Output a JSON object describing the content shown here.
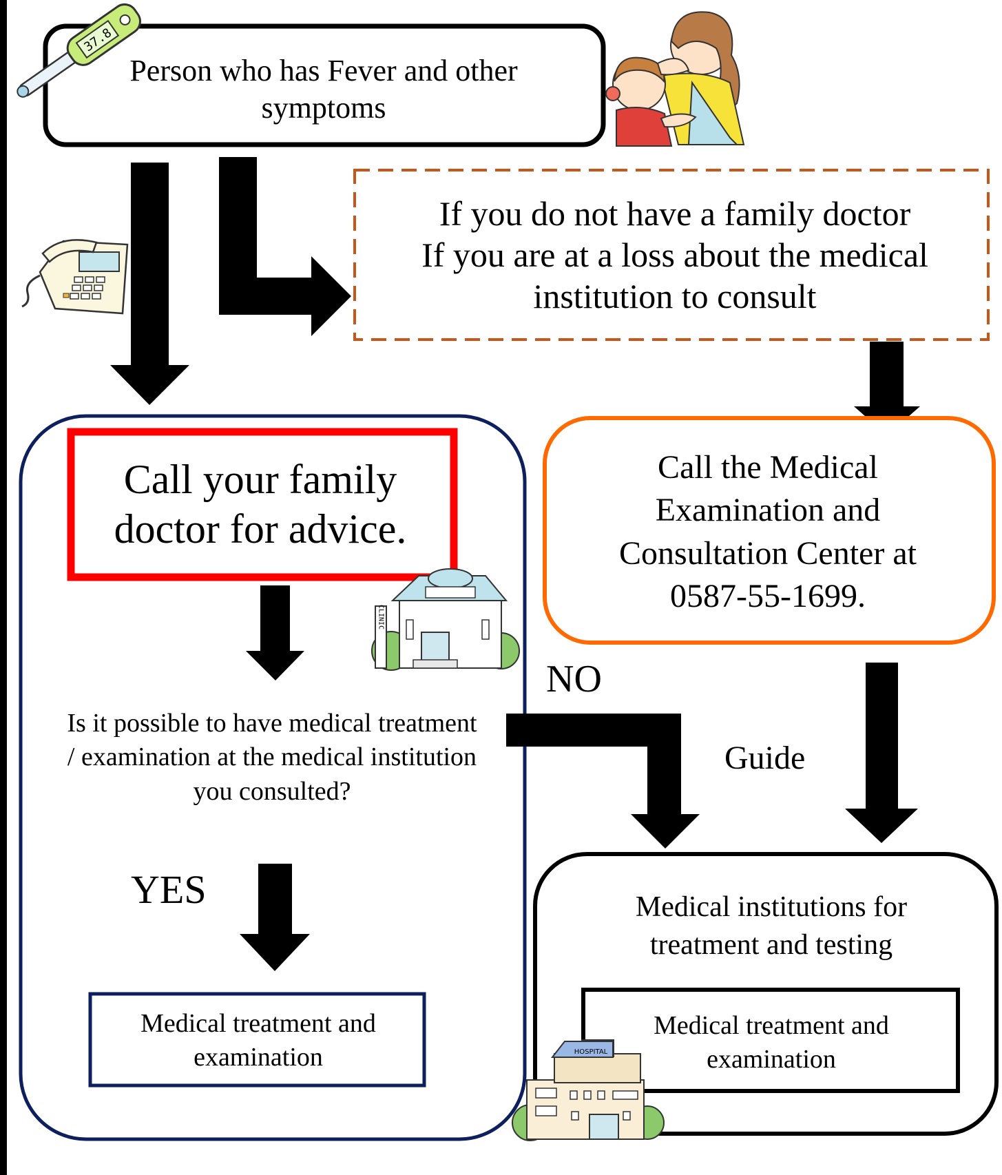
{
  "start": {
    "text": "Person who has Fever and other symptoms"
  },
  "no_doctor": {
    "line1": "If you do not have a family doctor",
    "line2": "If you are at a loss about the medical institution to consult"
  },
  "family_doctor": {
    "text": "Call your family doctor for advice."
  },
  "center": {
    "text": "Call the Medical Examination and Consultation Center at 0587-55-1699."
  },
  "question": {
    "text": "Is it possible to have medical treatment / examination at the medical institution you consulted?"
  },
  "labels": {
    "yes": "YES",
    "no": "NO",
    "guide": "Guide"
  },
  "result_left": {
    "text": "Medical treatment and examination"
  },
  "institutions": {
    "title": "Medical institutions for treatment and testing",
    "inner": "Medical treatment and examination"
  },
  "illustrations": {
    "thermometer_reading": "37.8",
    "clinic_sign": "CLINIC",
    "hospital_sign": "HOSPITAL"
  },
  "colors": {
    "navy": "#0d1f5c",
    "red": "#ff0000",
    "orange": "#ff6a00",
    "dashed_orange": "#c8561a",
    "black": "#000000"
  }
}
